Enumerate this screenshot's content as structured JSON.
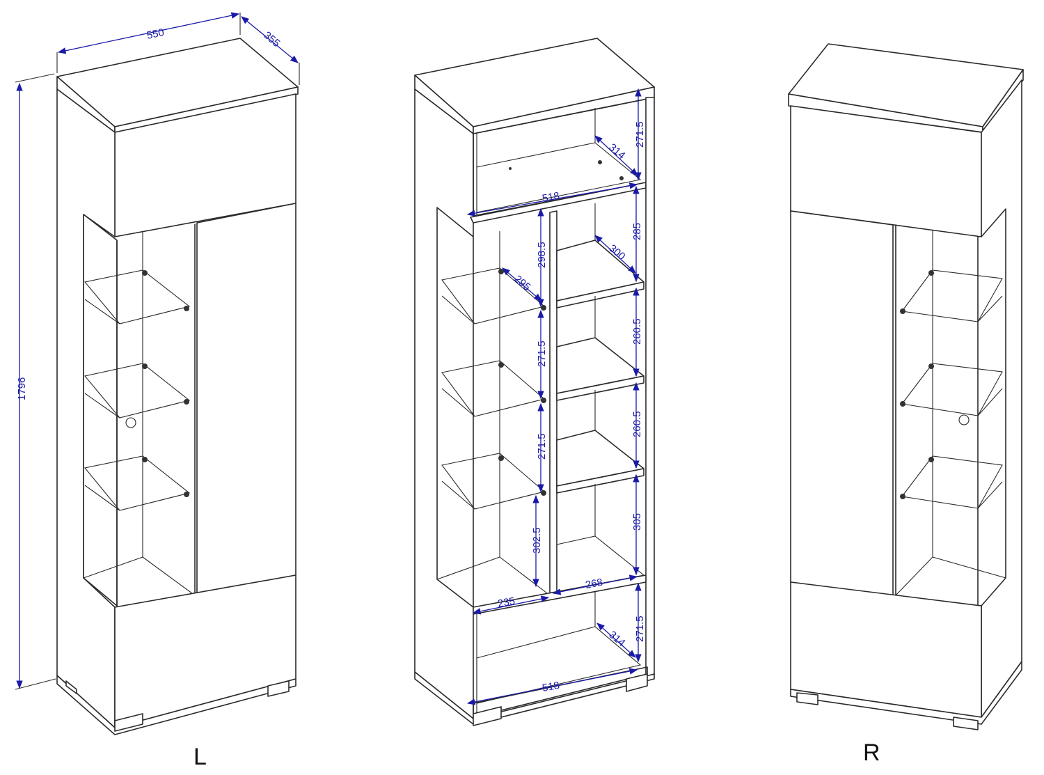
{
  "colors": {
    "line": "#2a2a2a",
    "dimension": "#1a1aa8",
    "background": "#ffffff"
  },
  "captions": {
    "left": "L",
    "right": "R"
  },
  "dimensions": {
    "overall_width": "550",
    "overall_depth": "355",
    "overall_height": "1796",
    "top_niche_height": "271.5",
    "top_niche_depth": "314",
    "top_niche_width": "518",
    "right_shelf_1": "285",
    "right_shelf_depth": "300",
    "right_shelf_2": "260.5",
    "right_shelf_3": "260.5",
    "right_shelf_4": "305",
    "right_inner_width": "268",
    "left_shelf_1": "298.5",
    "left_shelf_depth": "295",
    "left_shelf_2": "271.5",
    "left_shelf_3": "271.5",
    "left_shelf_4": "302.5",
    "left_inner_width": "235",
    "bottom_niche_height": "271.5",
    "bottom_niche_depth": "314",
    "bottom_niche_width": "518"
  }
}
